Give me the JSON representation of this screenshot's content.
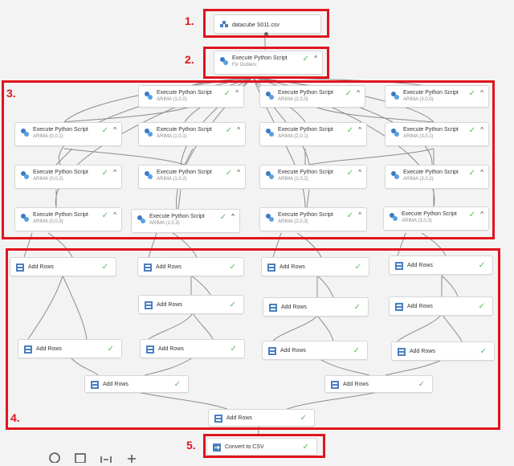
{
  "steps": {
    "s1": "1.",
    "s2": "2.",
    "s3": "3.",
    "s4": "4.",
    "s5": "5."
  },
  "nodes": {
    "dataset": {
      "title": "datacube S011.csv"
    },
    "fix": {
      "title": "Execute Python Script",
      "subtitle": "Fix Outliers",
      "status": "✓",
      "caret": "^"
    },
    "arima": {
      "title": "Execute Python Script",
      "status": "✓",
      "caret": "^",
      "a100": "ARIMA (1,0,0)",
      "a200": "ARIMA (2,0,0)",
      "a300": "ARIMA (3,0,0)",
      "a001": "ARIMA (0,0,1)",
      "a101": "ARIMA (1,0,1)",
      "a201": "ARIMA (2,0,1)",
      "a301": "ARIMA (3,0,1)",
      "a002": "ARIMA (0,0,2)",
      "a102": "ARIMA (1,0,2)",
      "a202": "ARIMA (2,0,2)",
      "a302": "ARIMA (3,0,2)",
      "a003": "ARIMA (0,0,3)",
      "a103": "ARIMA (1,0,3)",
      "a203": "ARIMA (2,0,3)",
      "a303": "ARIMA (3,0,3)"
    },
    "addrows": {
      "title": "Add Rows",
      "status": "✓"
    },
    "convert": {
      "title": "Convert to CSV",
      "status": "✓"
    }
  },
  "toolbar": {
    "icons": [
      "circle-icon",
      "square-icon",
      "fit-icon",
      "plus-icon"
    ]
  },
  "colors": {
    "highlight": "#e0141e",
    "success": "#5cb85c"
  }
}
